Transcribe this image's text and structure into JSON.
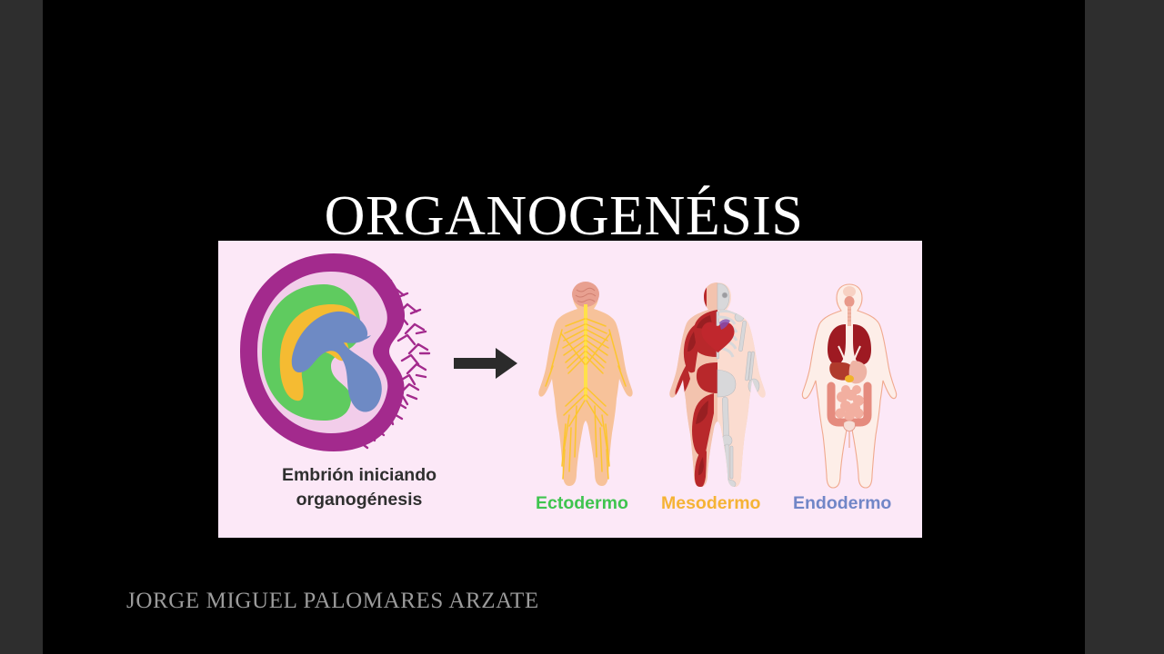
{
  "slide": {
    "title": "ORGANOGENÉSIS",
    "footer_author": "JORGE MIGUEL PALOMARES ARZATE",
    "background_color": "#000000",
    "letterbox_color": "#2e2e2e",
    "title_color": "#ffffff",
    "footer_color": "#9b9b9b"
  },
  "diagram": {
    "panel_background": "#fce8f7",
    "embryo_caption_line1": "Embrión iniciando",
    "embryo_caption_line2": "organogénesis",
    "arrow": "right-arrow",
    "labels": [
      {
        "text": "Ectodermo",
        "color": "#3fc44f",
        "figure": "nervous-system-figure"
      },
      {
        "text": "Mesodermo",
        "color": "#f5b335",
        "figure": "muscular-skeletal-figure"
      },
      {
        "text": "Endodermo",
        "color": "#7186c7",
        "figure": "internal-organs-figure"
      }
    ],
    "embryo_colors": {
      "outer_ring": "#a32a8d",
      "inner_sac": "#f2cdea",
      "ectoderm": "#5fcb5f",
      "mesoderm": "#f5bb32",
      "endoderm": "#6e8ac4",
      "villi": "#a32a8d"
    }
  }
}
